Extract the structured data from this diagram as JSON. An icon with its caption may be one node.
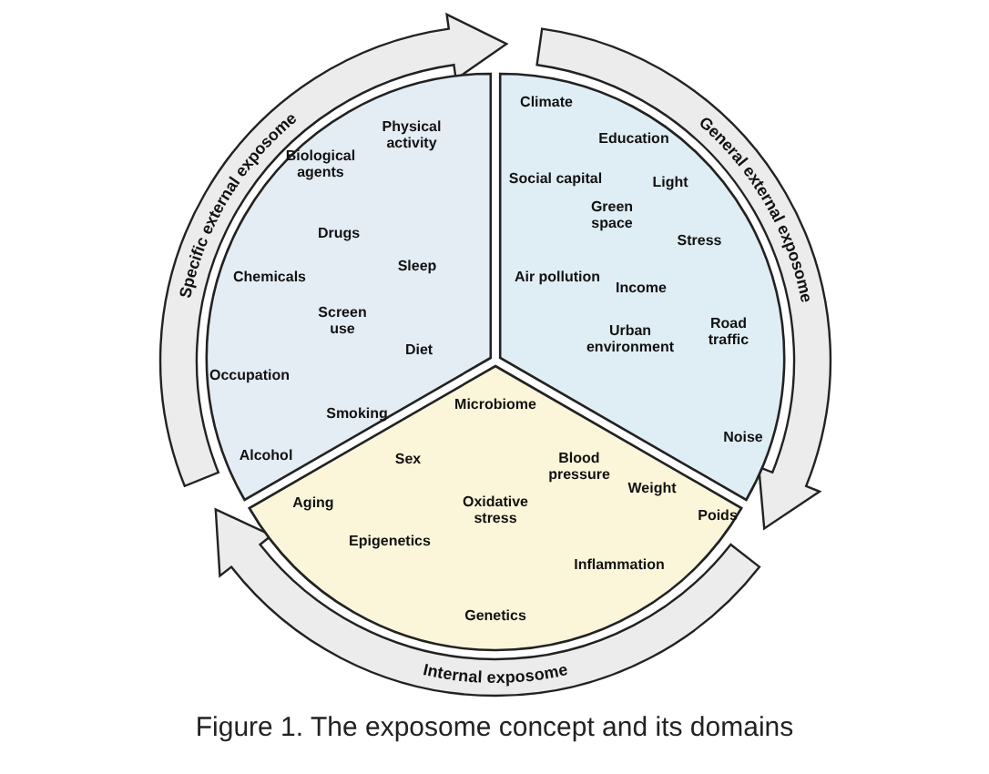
{
  "diagram": {
    "caption": "Figure 1. The exposome concept and its domains",
    "nodes": [
      {
        "text": [
          "Specific external exposome"
        ]
      },
      {
        "text": [
          "General external exposome"
        ]
      },
      {
        "text": [
          "Internal exposome"
        ]
      }
    ],
    "edges": [
      {
        "from": 0,
        "to": 1,
        "arrow": "to"
      },
      {
        "from": 1,
        "to": 2,
        "arrow": "to"
      },
      {
        "from": 2,
        "to": 0,
        "arrow": "to"
      }
    ],
    "labels": [
      "Physical activity",
      "Biological agents",
      "Drugs",
      "Sleep",
      "Chemicals",
      "Screen use",
      "Diet",
      "Occupation",
      "Smoking",
      "Alcohol",
      "Climate",
      "Education",
      "Social capital",
      "Light",
      "Green space",
      "Stress",
      "Air pollution",
      "Income",
      "Urban environment",
      "Road traffic",
      "Noise",
      "Microbiome",
      "Sex",
      "Blood pressure",
      "Weight",
      "Aging",
      "Oxidative stress",
      "Poids",
      "Epigenetics",
      "Inflammation",
      "Genetics"
    ]
  }
}
